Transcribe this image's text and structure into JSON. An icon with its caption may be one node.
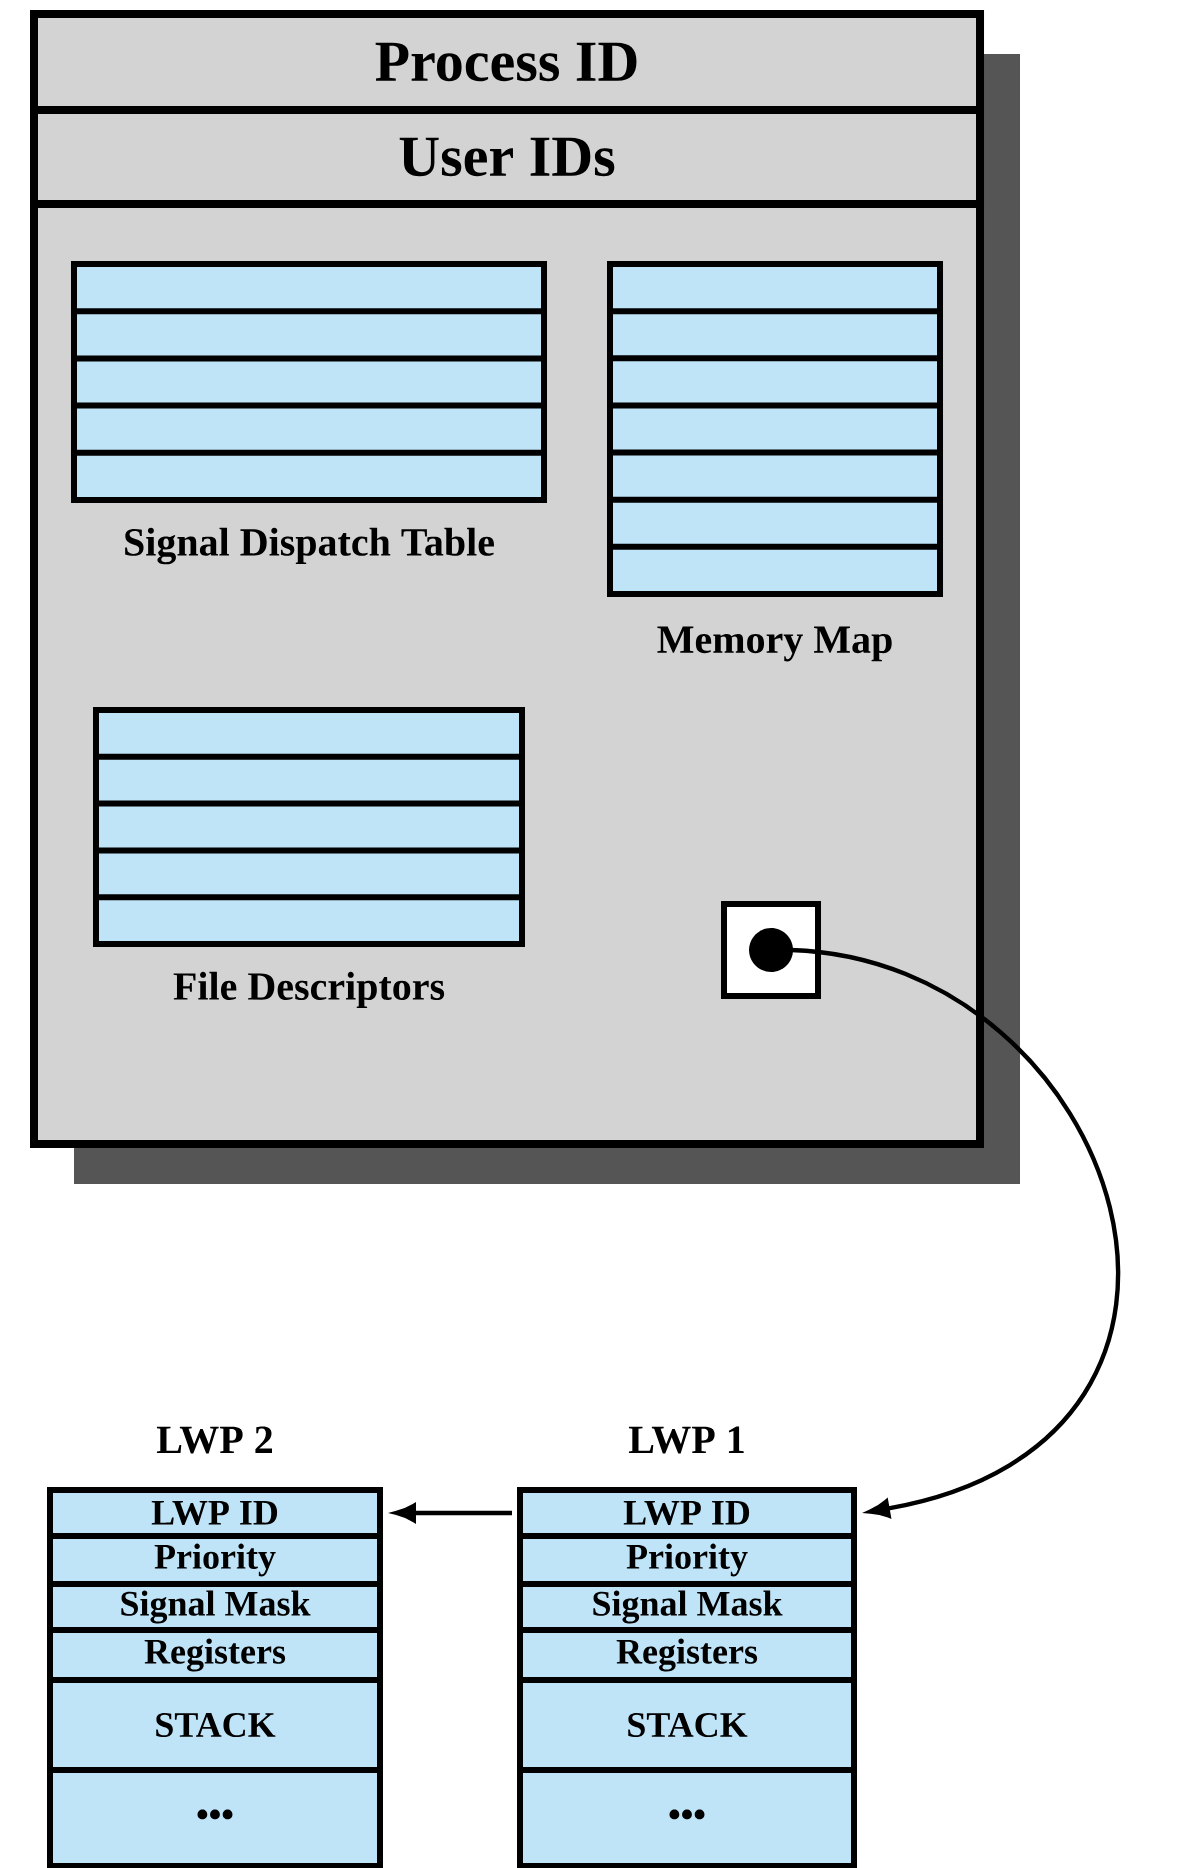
{
  "diagram": {
    "nodes": [
      {
        "text": [],
        "shape": "box"
      },
      {
        "text": [
          "Process ID"
        ],
        "in": 0
      },
      {
        "text": [
          "User IDs"
        ],
        "in": 0
      },
      {
        "text": [
          "Signal Dispatch Table"
        ],
        "in": 0
      },
      {
        "text": [
          "Memory Map"
        ],
        "in": 0
      },
      {
        "text": [
          "File Descriptors"
        ],
        "in": 0
      },
      {
        "text": [],
        "shape": "box",
        "in": 0
      },
      {
        "text": [
          "LWP 2"
        ]
      },
      {
        "text": [
          "LWP ID"
        ],
        "in": 7
      },
      {
        "text": [
          "Priority"
        ],
        "in": 7
      },
      {
        "text": [
          "Signal Mask"
        ],
        "in": 7
      },
      {
        "text": [
          "Registers"
        ],
        "in": 7
      },
      {
        "text": [
          "STACK"
        ],
        "in": 7
      },
      {
        "text": [
          "•••"
        ],
        "in": 7
      },
      {
        "text": [
          "LWP 1"
        ]
      },
      {
        "text": [
          "LWP ID"
        ],
        "in": 14
      },
      {
        "text": [
          "Priority"
        ],
        "in": 14
      },
      {
        "text": [
          "Signal Mask"
        ],
        "in": 14
      },
      {
        "text": [
          "Registers"
        ],
        "in": 14
      },
      {
        "text": [
          "STACK"
        ],
        "in": 14
      },
      {
        "text": [
          "•••"
        ],
        "in": 14
      }
    ],
    "edges": [
      {
        "from": 6,
        "to": 15,
        "arrow": "to"
      },
      {
        "from": 15,
        "to": 8,
        "arrow": "to"
      }
    ]
  }
}
